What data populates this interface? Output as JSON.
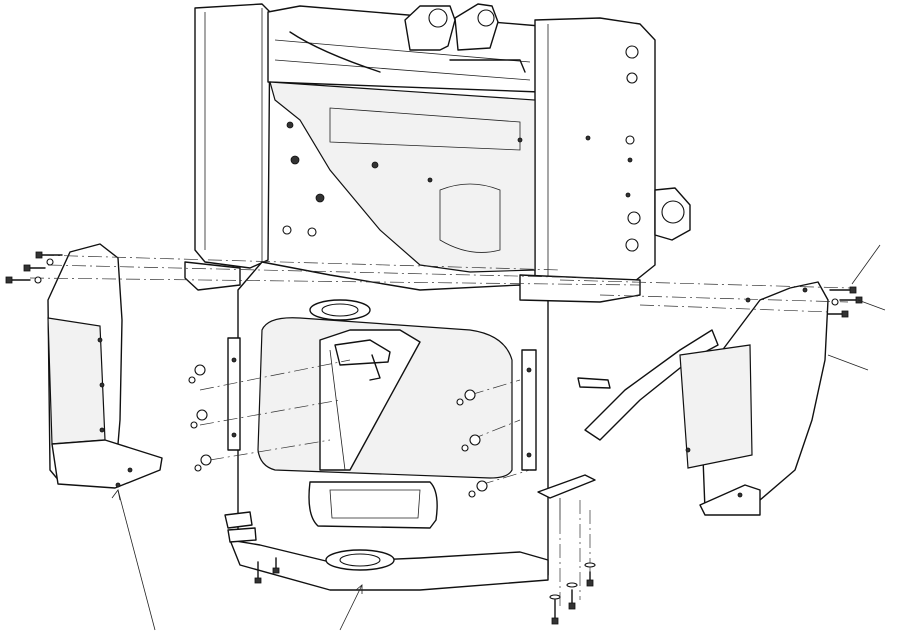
{
  "diagram": {
    "colors": {
      "line": "#111111",
      "background": "#ffffff",
      "shade": "#f2f2f2"
    },
    "components": [
      "main-frame",
      "left-fender",
      "right-fender",
      "pivot-bracket",
      "lower-bushing",
      "mounting-bolt",
      "washer",
      "nut",
      "strap"
    ]
  }
}
